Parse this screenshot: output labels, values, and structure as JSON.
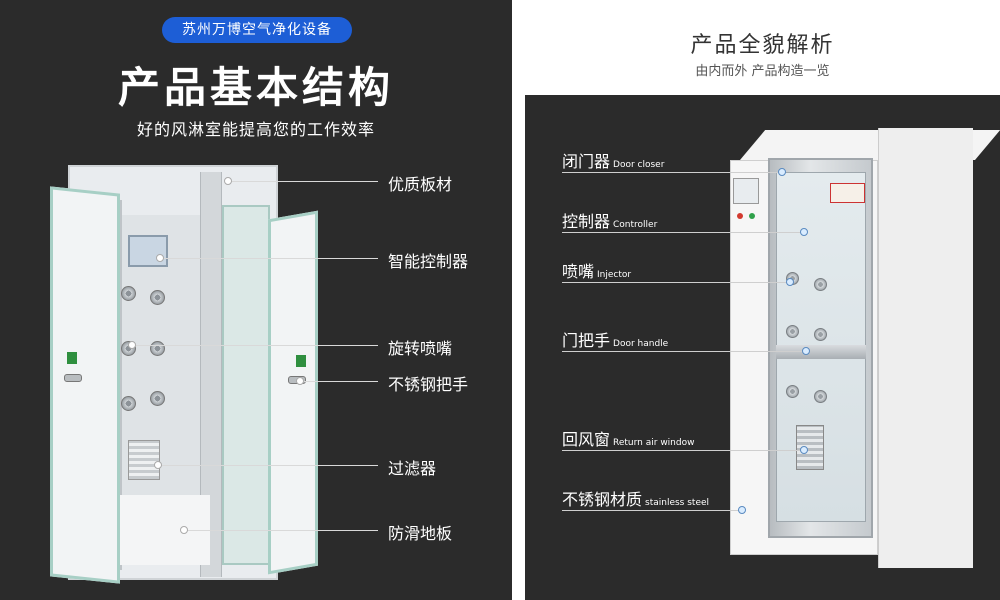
{
  "left": {
    "brand": "苏州万博空气净化设备",
    "title": "产品基本结构",
    "subtitle": "好的风淋室能提高您的工作效率",
    "callouts": [
      "优质板材",
      "智能控制器",
      "旋转喷嘴",
      "不锈钢把手",
      "过滤器",
      "防滑地板"
    ]
  },
  "right": {
    "title": "产品全貌解析",
    "subtitle": "由内而外 产品构造一览",
    "callouts": [
      {
        "cn": "闭门器",
        "en": "Door closer"
      },
      {
        "cn": "控制器",
        "en": "Controller"
      },
      {
        "cn": "喷嘴",
        "en": "Injector"
      },
      {
        "cn": "门把手",
        "en": "Door handle"
      },
      {
        "cn": "回风窗",
        "en": "Return air window"
      },
      {
        "cn": "不锈钢材质",
        "en": "stainless steel"
      }
    ]
  },
  "colors": {
    "panel_bg": "#2b2b2b",
    "brand_blue": "#1d5ed6",
    "text_white": "#ffffff"
  }
}
